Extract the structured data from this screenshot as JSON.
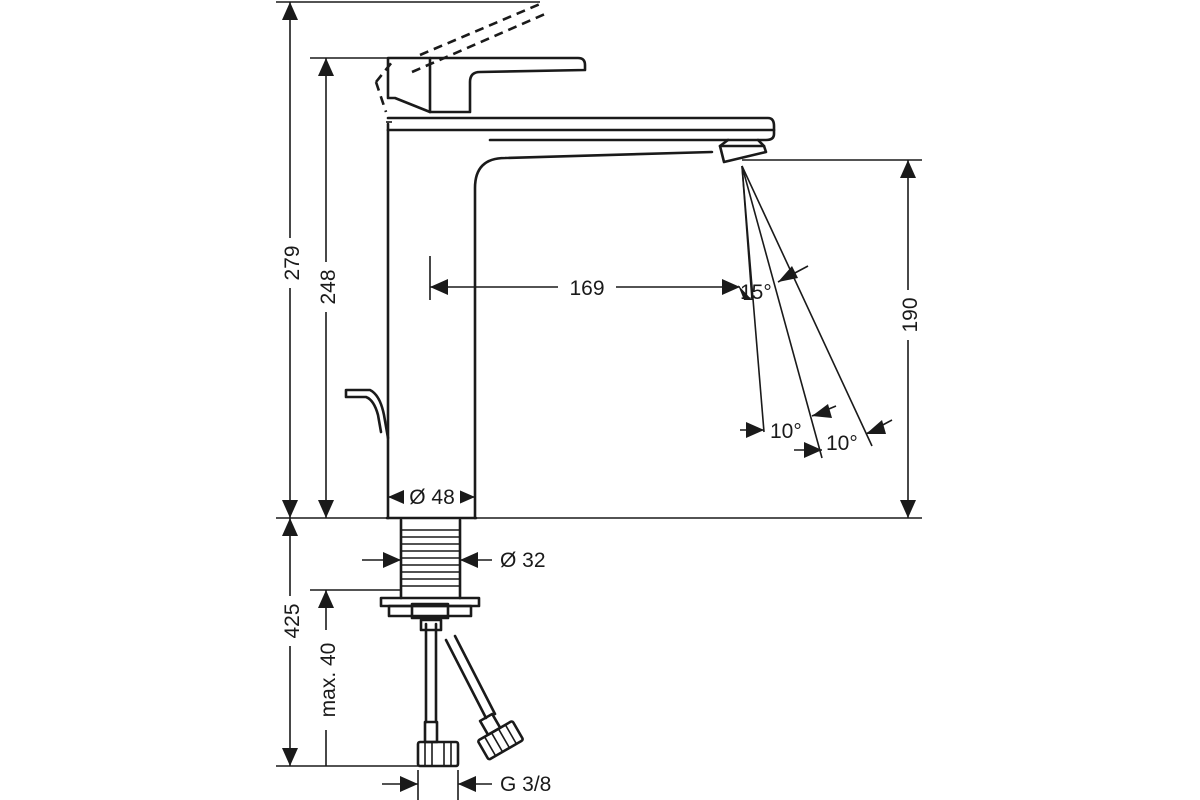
{
  "dimensions": {
    "total_height": "279",
    "body_height": "248",
    "spout_reach": "169",
    "spout_clearance": "190",
    "body_diameter": "Ø 48",
    "shank_diameter": "Ø 32",
    "shank_length": "425",
    "max_deck_thickness": "max. 40",
    "connection_thread": "G 3/8"
  },
  "angles": {
    "spray_angle": "15°",
    "tilt_left": "10°",
    "tilt_right": "10°"
  }
}
